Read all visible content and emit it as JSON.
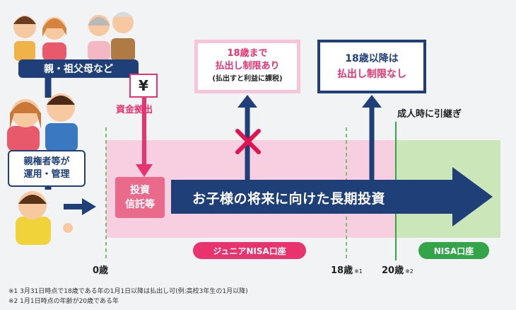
{
  "guardian_label": "親・祖父母など",
  "yen_symbol": "¥",
  "fund_label": "資金拠出",
  "manager_label": [
    "親権者等が",
    "運用・管理"
  ],
  "investment_trust": [
    "投資",
    "信託等"
  ],
  "main_arrow_text": "お子様の将来に向けた長期投資",
  "restricted_box": [
    "18歳まで",
    "払出し制限あり",
    "(払出すと利益に課税)"
  ],
  "unrestricted_box": [
    "18歳以降は",
    "払出し制限なし"
  ],
  "adult_transfer": "成人時に引継ぎ",
  "junior_nisa": "ジュニアNISA口座",
  "nisa": "NISA口座",
  "age_0": "0歳",
  "age_18": "18歳",
  "age_18_note": "※1",
  "age_20": "20歳",
  "age_20_note": "※2",
  "footnotes": [
    "※1 3月31日時点で18歳である年の1月1日以降は払出し可(例:高校3年生の1月以降)",
    "※2 1月1日時点の年齢が20歳である年"
  ],
  "colors": {
    "navy": "#1f3f78",
    "pink_band": "#f7cfe0",
    "green_band": "#cbe6b8",
    "pink_strong": "#e8336e",
    "nisa_green": "#33a447"
  }
}
